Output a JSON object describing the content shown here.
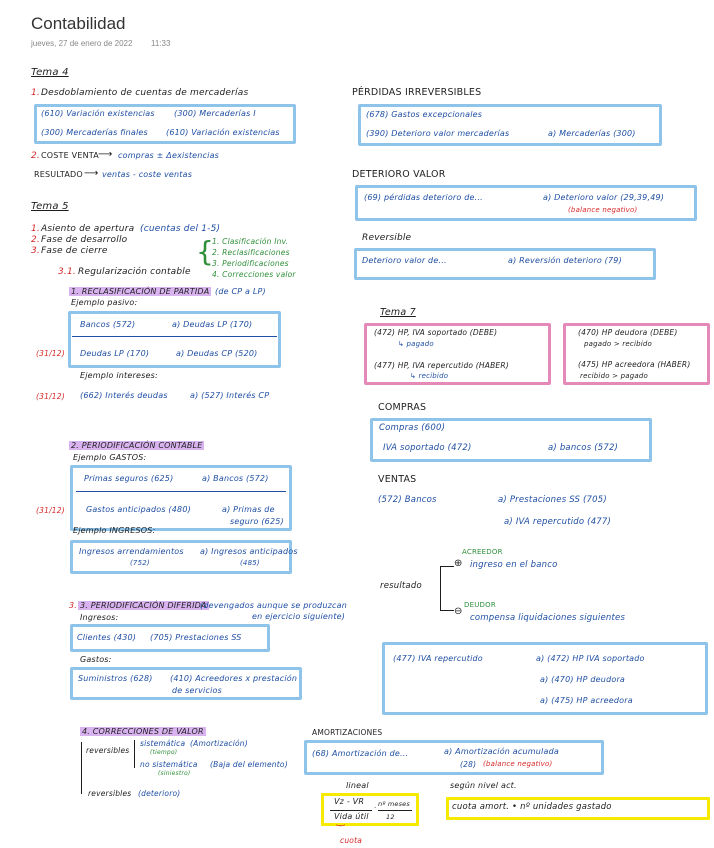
{
  "page": {
    "title": "Contabilidad",
    "date": "jueves, 27 de enero de 2022",
    "time": "11:33"
  },
  "left": {
    "tema4": "Tema 4",
    "s1_num": "1.",
    "s1_title": "Desdoblamiento de cuentas de mercaderías",
    "box1_r1a": "(610) Variación existencias",
    "box1_r1b": "(300) Mercaderías I",
    "box1_r2a": "(300) Mercaderías finales",
    "box1_r2b": "(610) Variación existencias",
    "s2_num": "2.",
    "s2_label": "COSTE VENTA",
    "s2_value": "compras ± Δexistencias",
    "res_label": "RESULTADO",
    "res_value": "ventas - coste ventas",
    "tema5": "Tema 5",
    "t5_1_num": "1.",
    "t5_1": "Asiento de apertura",
    "t5_1b": "(cuentas del 1-5)",
    "t5_2_num": "2.",
    "t5_2": "Fase de desarrollo",
    "t5_3_num": "3.",
    "t5_3": "Fase de cierre",
    "t5_31_num": "3.1.",
    "t5_31": "Regularización contable",
    "t5_list": [
      "1. Clasificación Inv.",
      "2. Reclasificaciones",
      "3. Periodificaciones",
      "4. Correcciones valor"
    ],
    "recl_title": "1. RECLASIFICACIÓN DE PARTIDA",
    "recl_sub": "(de CP a LP)",
    "ej_pasivo": "Ejemplo pasivo:",
    "box2_r1a": "Bancos (572)",
    "box2_r1b": "a) Deudas LP (170)",
    "box2_r2a": "Deudas LP (170)",
    "box2_r2b": "a) Deudas CP (520)",
    "date_a": "(31/12)",
    "ej_int": "Ejemplo intereses:",
    "date_b": "(31/12)",
    "int_a": "(662) Interés deudas",
    "int_b": "a) (527) Interés CP",
    "per_title": "2. PERIODIFICACIÓN CONTABLE",
    "ej_gastos": "Ejemplo GASTOS:",
    "box3_r1a": "Primas seguros (625)",
    "box3_r1b": "a) Bancos (572)",
    "box3_r2a": "Gastos anticipados (480)",
    "box3_r2b": "a) Primas de",
    "box3_r2c": "seguro (625)",
    "date_c": "(31/12)",
    "ej_ingresos": "Ejemplo INGRESOS:",
    "box4_a": "Ingresos arrendamientos",
    "box4_a2": "(752)",
    "box4_b": "a) Ingresos anticipados",
    "box4_b2": "(485)",
    "dif_title": "3. PERIODIFICACIÓN DIFERIDA",
    "dif_sub1": "(devengados aunque se produzcan",
    "dif_sub2": "en ejercicio siguiente)",
    "ingresos": "Ingresos:",
    "box5_a": "Clientes (430)",
    "box5_b": "(705) Prestaciones SS",
    "gastos": "Gastos:",
    "box6_a": "Suministros (628)",
    "box6_b": "(410) Acreedores x prestación",
    "box6_c": "de servicios",
    "corr_title": "4. CORRECCIONES DE VALOR",
    "reversibles": "reversibles",
    "sistematica": "sistemática",
    "sis_sub": "(Amortización)",
    "tiempo": "(tiempo)",
    "no_sis": "no sistemática",
    "no_sis_sub": "(Baja del elemento)",
    "no_sis_small": "(siniestro)",
    "irrev": "reversibles",
    "irrev_sub": "(deterioro)"
  },
  "right": {
    "perd_title": "PÉRDIDAS IRREVERSIBLES",
    "pb_r1": "(678) Gastos excepcionales",
    "pb_r2a": "(390) Deterioro valor mercaderías",
    "pb_r2b": "a) Mercaderías (300)",
    "det_title": "DETERIORO VALOR",
    "db_a": "(69) pérdidas deterioro de...",
    "db_b": "a) Deterioro valor (29,39,49)",
    "db_c": "(balance negativo)",
    "rev_title": "Reversible",
    "rb_a": "Deterioro valor de...",
    "rb_b": "a) Reversión deterioro (79)",
    "tema7": "Tema 7",
    "p1_r1": "(472) HP, IVA soportado (DEBE)",
    "p1_r1s": "pagado",
    "p1_r2": "(477) HP, IVA repercutido (HABER)",
    "p1_r2s": "recibido",
    "p2_r1": "(470) HP deudora (DEBE)",
    "p2_r1s": "pagado > recibido",
    "p2_r2": "(475) HP acreedora (HABER)",
    "p2_r2s": "recibido > pagado",
    "compras_title": "COMPRAS",
    "cb_r1": "Compras (600)",
    "cb_r2a": "IVA soportado (472)",
    "cb_r2b": "a) bancos (572)",
    "ventas_title": "VENTAS",
    "vb_r1a": "(572) Bancos",
    "vb_r1b": "a) Prestaciones SS (705)",
    "vb_r2": "a) IVA repercutido (477)",
    "acreedor": "ACREEDOR",
    "acr_text": "ingreso en el banco",
    "resultado": "resultado",
    "deudor": "DEUDOR",
    "deu_text": "compensa liquidaciones siguientes",
    "ib_r1a": "(477) IVA repercutido",
    "ib_r1b": "a) (472) HP IVA soportado",
    "ib_r2": "a) (470) HP deudora",
    "ib_r3": "a) (475) HP acreedora",
    "amort_title": "AMORTIZACIONES",
    "ab_a": "(68) Amortización de...",
    "ab_b": "a) Amortización acumulada",
    "ab_c": "(28)",
    "ab_d": "(balance negativo)",
    "lineal": "lineal",
    "f_num": "Vz - VR",
    "f_den": "Vida útil",
    "f_mult_num": "nº meses",
    "f_mult_den": "12",
    "cuota": "cuota",
    "segun": "según nivel act.",
    "yb2": "cuota amort. • nº unidades gastado"
  }
}
